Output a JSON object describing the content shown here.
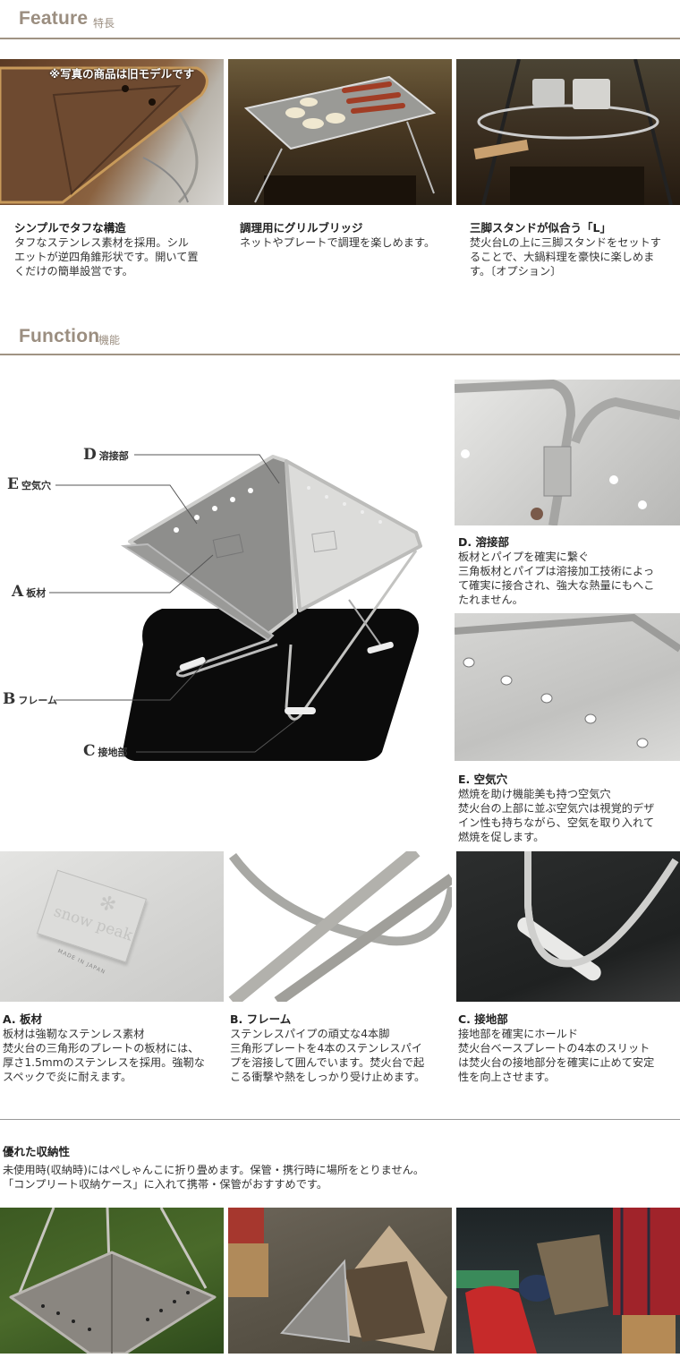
{
  "feature": {
    "heading_en": "Feature",
    "heading_jp": "特長",
    "note_overlay": "※写真の商品は旧モデルです",
    "items": [
      {
        "title": "シンプルでタフな構造",
        "lines": [
          "タフなステンレス素材を採用。シル",
          "エットが逆四角錐形状です。開いて置",
          "くだけの簡単設営です。"
        ]
      },
      {
        "title": "調理用にグリルブリッジ",
        "lines": [
          "ネットやプレートで調理を楽しめます。"
        ]
      },
      {
        "title": "三脚スタンドが似合う「L」",
        "lines": [
          "焚火台Lの上に三脚スタンドをセットす",
          "ることで、大鍋料理を豪快に楽しめま",
          "す。〔オプション〕"
        ]
      }
    ]
  },
  "function": {
    "heading_en": "Function",
    "heading_jp": "機能",
    "diagram_labels": [
      {
        "letter": "D",
        "text": "溶接部"
      },
      {
        "letter": "E",
        "text": "空気穴"
      },
      {
        "letter": "A",
        "text": "板材"
      },
      {
        "letter": "B",
        "text": "フレーム"
      },
      {
        "letter": "C",
        "text": "接地部"
      }
    ],
    "details": {
      "D": {
        "title": "D. 溶接部",
        "lines": [
          "板材とパイプを確実に繋ぐ",
          "三角板材とパイプは溶接加工技術によっ",
          "て確実に接合され、強大な熱量にもへこ",
          "たれません。"
        ]
      },
      "E": {
        "title": "E. 空気穴",
        "lines": [
          "燃焼を助け機能美も持つ空気穴",
          "焚火台の上部に並ぶ空気穴は視覚的デザ",
          "イン性も持ちながら、空気を取り入れて",
          "燃焼を促します。"
        ]
      },
      "A": {
        "title": "A. 板材",
        "lines": [
          "板材は強靭なステンレス素材",
          "焚火台の三角形のプレートの板材には、",
          "厚さ1.5mmのステンレスを採用。強靭な",
          "スペックで炎に耐えます。"
        ]
      },
      "B": {
        "title": "B. フレーム",
        "lines": [
          "ステンレスパイプの頑丈な4本脚",
          "三角形プレートを4本のステンレスパイ",
          "プを溶接して囲んでいます。焚火台で起",
          "こる衝撃や熱をしっかり受け止めます。"
        ]
      },
      "C": {
        "title": "C. 接地部",
        "lines": [
          "接地部を確実にホールド",
          "焚火台ベースプレートの4本のスリット",
          "は焚火台の接地部分を確実に止めて安定",
          "性を向上させます。"
        ]
      }
    },
    "plate_logo": {
      "brand": "snow peak",
      "origin": "MADE IN JAPAN"
    }
  },
  "storage": {
    "title": "優れた収納性",
    "lines": [
      "未使用時(収納時)にはぺしゃんこに折り畳めます。保管・携行時に場所をとりません。",
      "「コンプリート収納ケース」に入れて携帯・保管がおすすめです。"
    ]
  },
  "colors": {
    "heading": "#9b8e80",
    "rule": "#a09383"
  }
}
